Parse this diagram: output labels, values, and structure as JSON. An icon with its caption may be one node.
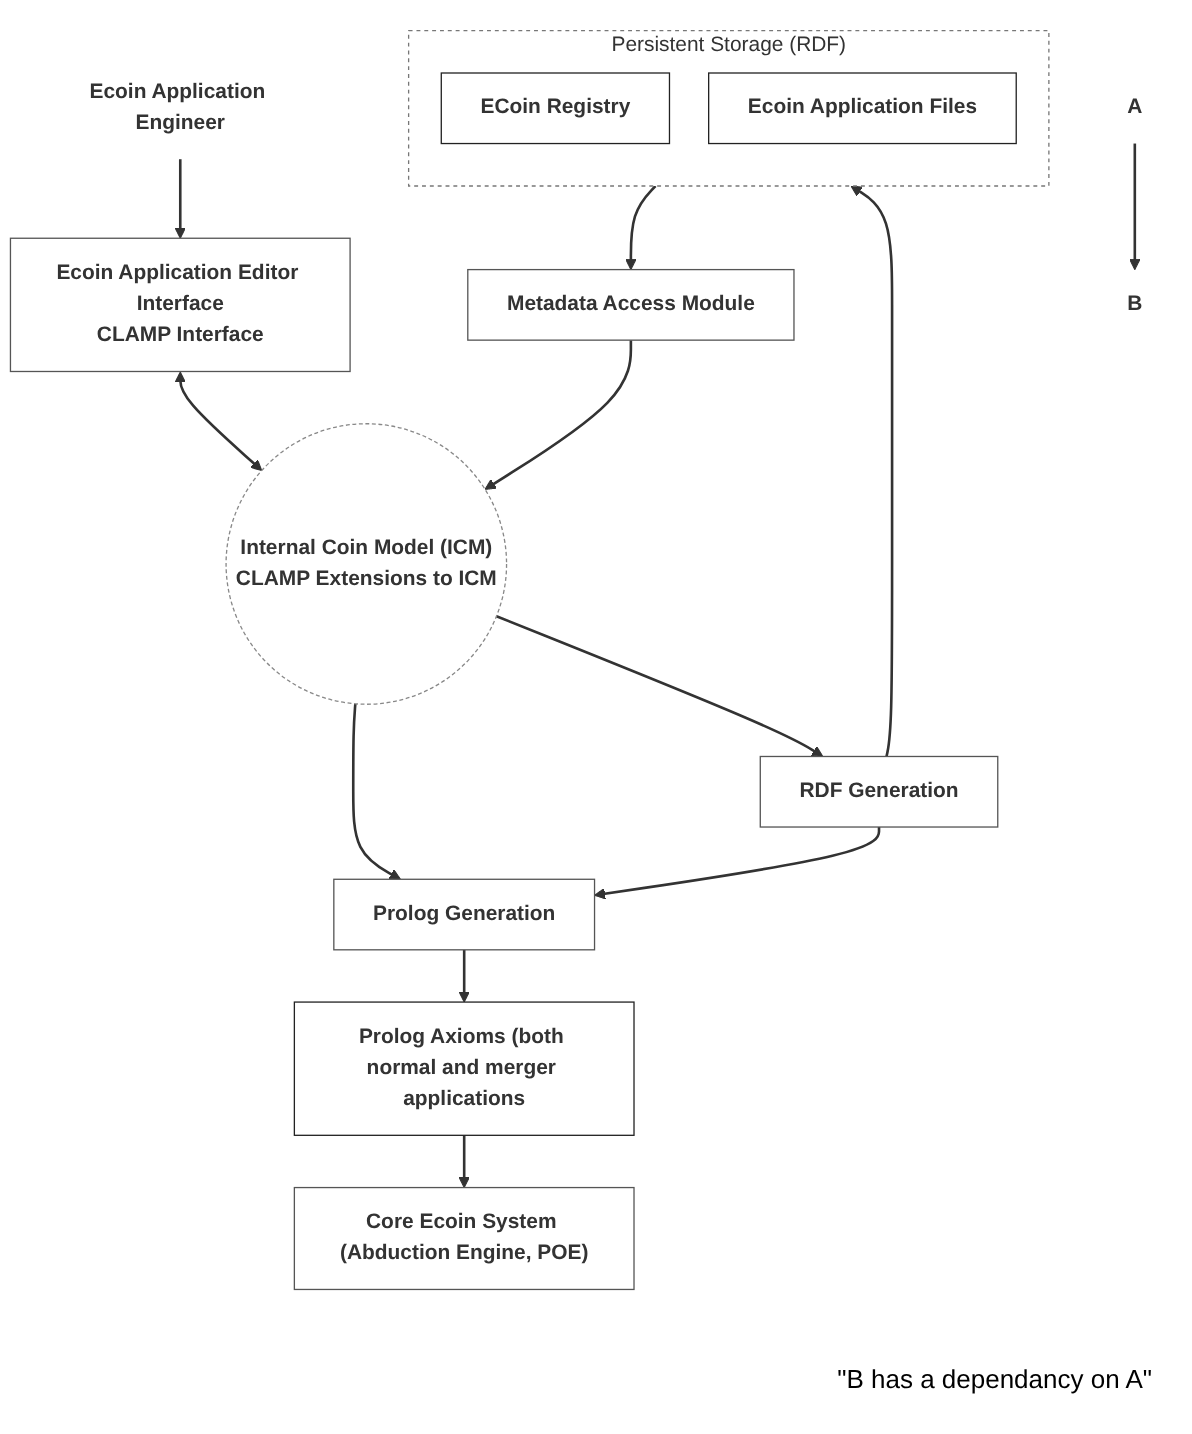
{
  "diagram": {
    "nodes": [
      {
        "text": [
          "Ecoin Application Engineer"
        ]
      },
      {
        "text": [
          "Ecoin Application Editor Interface",
          "CLAMP Interface"
        ]
      },
      {
        "text": [
          "Internal Coin Model (ICM)",
          "CLAMP Extensions to ICM"
        ]
      },
      {
        "text": [
          "Metadata Access Module"
        ]
      },
      {
        "text": [
          "Persistent Storage (RDF)"
        ]
      },
      {
        "text": [
          "ECoin Registry"
        ],
        "in": 4
      },
      {
        "text": [
          "Ecoin Application Files"
        ],
        "in": 4
      },
      {
        "text": [
          "Prolog Generation"
        ]
      },
      {
        "text": [
          "RDF Generation"
        ]
      },
      {
        "text": [
          "Prolog Axioms (both normal and merger applications"
        ]
      },
      {
        "text": [
          "Core Ecoin System (Abduction Engine, POE)"
        ]
      },
      {
        "text": [
          "A"
        ]
      },
      {
        "text": [
          "B"
        ]
      }
    ],
    "edges": [
      {
        "from": 0,
        "to": 1,
        "arrow": "to"
      },
      {
        "from": 1,
        "to": 2,
        "arrow": "both"
      },
      {
        "from": 3,
        "to": 2,
        "arrow": "to"
      },
      {
        "from": 4,
        "to": 3,
        "arrow": "to"
      },
      {
        "from": 2,
        "to": 7,
        "arrow": "to"
      },
      {
        "from": 2,
        "to": 8,
        "arrow": "to"
      },
      {
        "from": 8,
        "to": 7,
        "arrow": "to"
      },
      {
        "from": 8,
        "to": 4,
        "arrow": "to"
      },
      {
        "from": 7,
        "to": 9,
        "arrow": "to"
      },
      {
        "from": 9,
        "to": 10,
        "arrow": "to"
      },
      {
        "from": 11,
        "to": 12,
        "arrow": "to"
      }
    ],
    "labels": [
      "\"B has a dependancy on A\""
    ]
  }
}
